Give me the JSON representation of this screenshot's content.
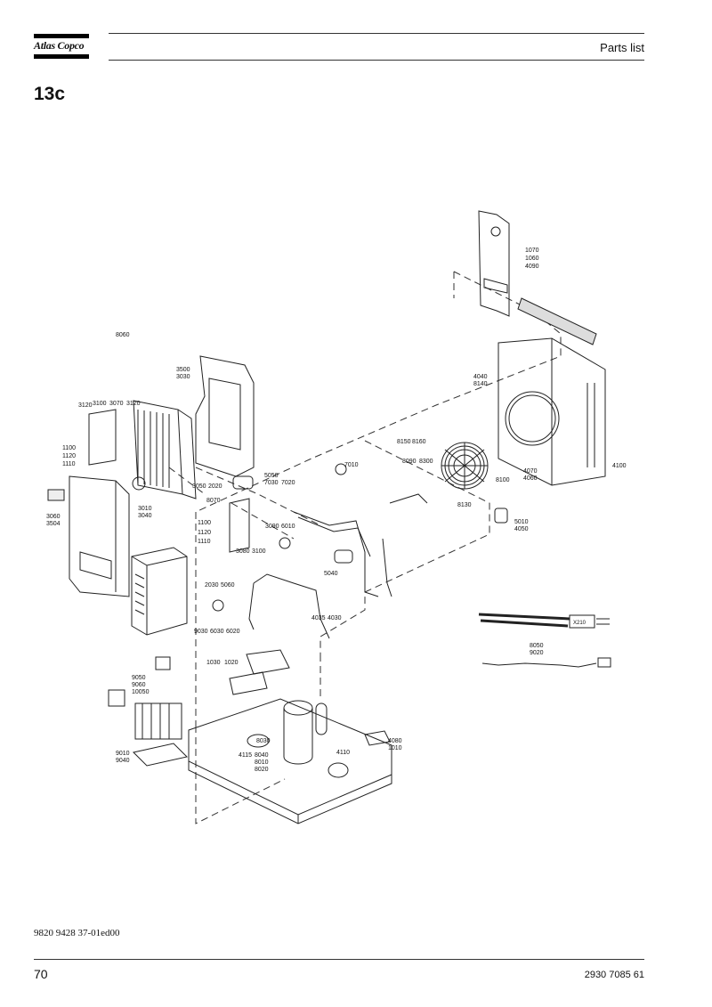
{
  "header": {
    "brand": "Atlas Copco",
    "title": "Parts list"
  },
  "section": "13c",
  "diagram": {
    "callouts": [
      "1070",
      "1060",
      "4090",
      "8060",
      "3500",
      "3030",
      "4040",
      "8140",
      "3120",
      "3100",
      "3070",
      "3120",
      "1100",
      "1120",
      "1110",
      "8150",
      "8160",
      "8090",
      "8300",
      "7010",
      "4070",
      "4060",
      "4100",
      "5050",
      "7030",
      "7020",
      "3050",
      "2020",
      "3010",
      "3040",
      "8070",
      "3060",
      "3504",
      "1100",
      "1120",
      "1110",
      "3080",
      "3100",
      "3090",
      "6010",
      "8100",
      "8130",
      "5010",
      "4050",
      "5040",
      "2030",
      "5060",
      "9030",
      "6030",
      "6020",
      "4035",
      "4030",
      "8050",
      "9020",
      "X210",
      "9050",
      "9060",
      "10050",
      "1030",
      "1020",
      "9010",
      "9040",
      "8030",
      "4115",
      "8040",
      "8010",
      "8020",
      "4110",
      "4080",
      "1010"
    ]
  },
  "footer": {
    "doc_code": "9820 9428 37-01ed00",
    "page_number": "70",
    "part_number": "2930 7085 61"
  }
}
